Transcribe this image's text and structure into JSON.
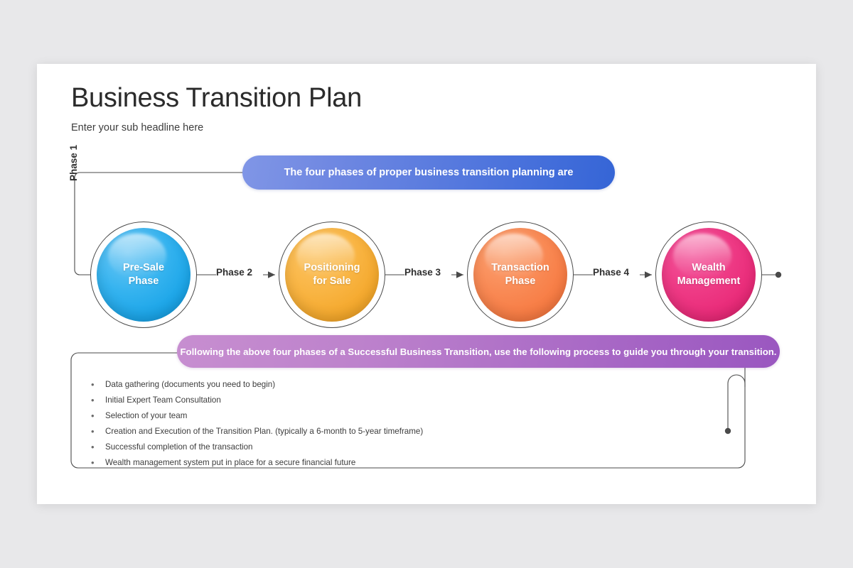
{
  "header": {
    "title": "Business Transition Plan",
    "subtitle": "Enter your sub headline here"
  },
  "banners": {
    "top": {
      "text": "The four phases of proper business transition planning are",
      "gradient_from": "#8096e6",
      "gradient_to": "#3565d6"
    },
    "bottom": {
      "text": "Following the above four phases of a Successful Business Transition, use the following process to guide you through your transition.",
      "gradient_from": "#c78ed0",
      "gradient_to": "#9a57c0"
    }
  },
  "phases": [
    {
      "step_label": "Phase 1",
      "line1": "Pre-Sale",
      "line2": "Phase",
      "color": "#35b3ef"
    },
    {
      "step_label": "Phase 2",
      "line1": "Positioning",
      "line2": "for Sale",
      "color": "#f9b544"
    },
    {
      "step_label": "Phase 3",
      "line1": "Transaction",
      "line2": "Phase",
      "color": "#f98a55"
    },
    {
      "step_label": "Phase 4",
      "line1": "Wealth",
      "line2": "Management",
      "color": "#ee3a85"
    }
  ],
  "process_steps": [
    "Data gathering (documents you need to begin)",
    "Initial Expert Team Consultation",
    "Selection of your team",
    "Creation and Execution of the Transition Plan. (typically a 6-month to 5-year timeframe)",
    "Successful completion of the transaction",
    "Wealth management system put in place for a secure financial future"
  ],
  "bullet_glyph": "•",
  "theme": {
    "canvas_background": "#e8e8ea",
    "card_background": "#ffffff",
    "line_color": "#4a4a4a",
    "text_color": "#3c3c3c"
  }
}
